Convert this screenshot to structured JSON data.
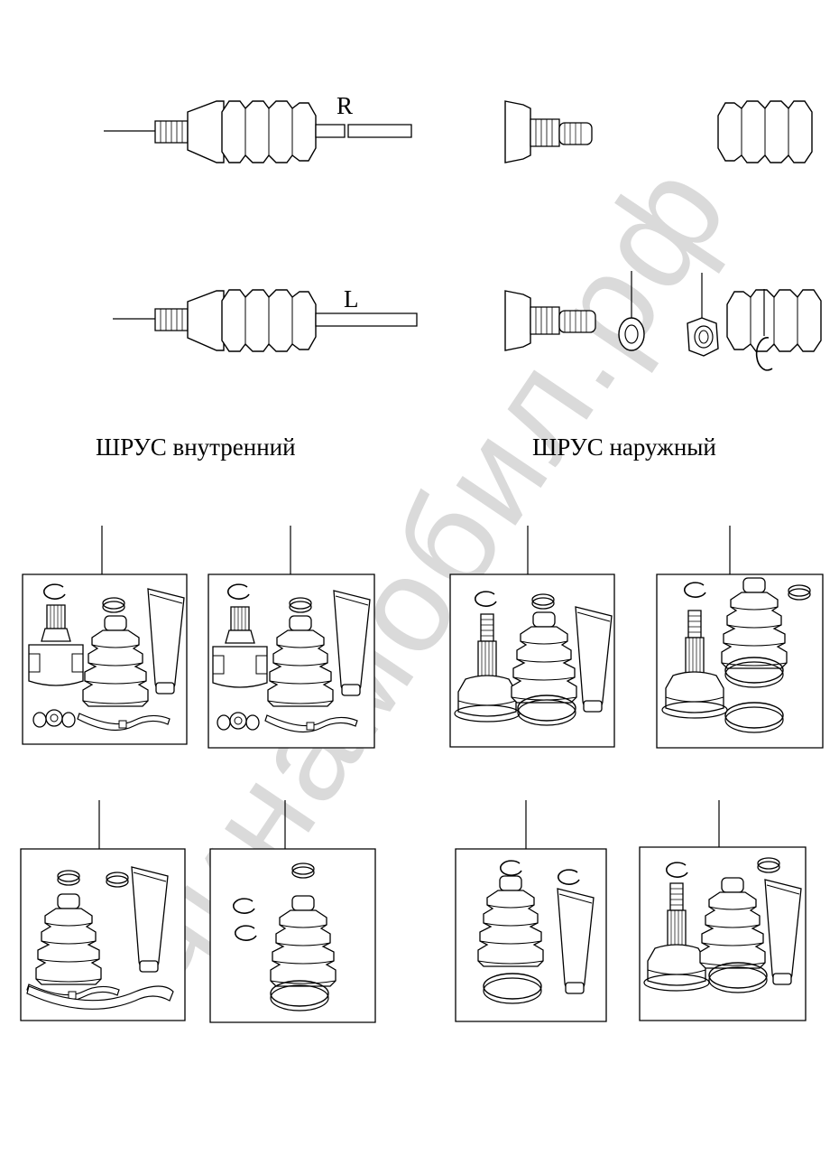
{
  "shafts": {
    "right_label": "R",
    "left_label": "L"
  },
  "sections": {
    "inner_joint_label": "ШРУС внутренний",
    "outer_joint_label": "ШРУС наружный"
  },
  "watermark": "чинамобил.рф"
}
